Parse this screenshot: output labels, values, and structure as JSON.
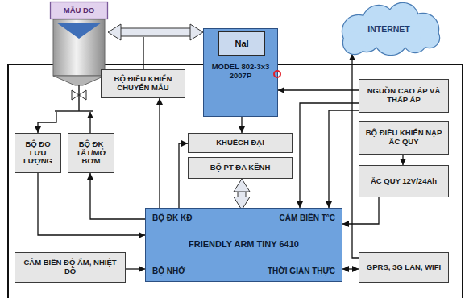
{
  "diagram": {
    "nodes": [
      {
        "text": [
          "MẪU ĐO"
        ]
      },
      {
        "text": [
          "MODEL 802-3x3 2007P"
        ]
      },
      {
        "text": [
          "NaI"
        ],
        "in": 1
      },
      {
        "text": [
          "INTERNET"
        ]
      },
      {
        "text": [
          "BỘ ĐIỀU KHIỂN CHUYỂN MẪU"
        ]
      },
      {
        "text": [
          "NGUỒN CAO ÁP VÀ THẤP ÁP"
        ]
      },
      {
        "text": [
          "BỘ ĐIỀU KHIỂN NẠP ẮC QUY"
        ]
      },
      {
        "text": [
          "BỘ ĐO LƯU LƯỢNG"
        ]
      },
      {
        "text": [
          "BỘ ĐK TẮT/MỞ BƠM"
        ]
      },
      {
        "text": [
          "KHUẾCH ĐẠI"
        ]
      },
      {
        "text": [
          "BỘ PT ĐA KÊNH"
        ]
      },
      {
        "text": [
          "ẮC QUY 12V/24Ah"
        ]
      },
      {
        "text": [
          "BỘ ĐK KĐ",
          "CẢM BIẾN T°C",
          "FRIENDLY ARM TINY 6410",
          "BỘ NHỚ",
          "THỜI GIAN THỰC"
        ]
      },
      {
        "text": [
          "CẢM BIẾN ĐỘ ẨM, NHIỆT ĐỘ"
        ]
      },
      {
        "text": [
          "GPRS, 3G LAN, WIFI"
        ]
      }
    ],
    "edges": [
      {
        "from": 0,
        "to": 1,
        "arrow": "both"
      },
      {
        "from": 0,
        "to": 7,
        "arrow": "to"
      },
      {
        "from": 8,
        "to": 0,
        "arrow": "to"
      },
      {
        "from": 7,
        "to": 12,
        "arrow": "to"
      },
      {
        "from": 12,
        "to": 8,
        "arrow": "to"
      },
      {
        "from": 12,
        "to": 4,
        "arrow": "to"
      },
      {
        "from": 1,
        "to": 9,
        "arrow": "to"
      },
      {
        "from": 12,
        "to": 9,
        "arrow": "to"
      },
      {
        "from": 10,
        "to": 12,
        "arrow": "both"
      },
      {
        "from": 5,
        "to": 1,
        "arrow": "to"
      },
      {
        "from": 5,
        "to": 12,
        "arrow": "to"
      },
      {
        "from": 5,
        "to": 12,
        "arrow": "to"
      },
      {
        "from": 14,
        "to": 3,
        "arrow": "to"
      },
      {
        "from": 6,
        "to": 11,
        "arrow": "to"
      },
      {
        "from": 11,
        "to": 12,
        "arrow": "to"
      },
      {
        "from": 12,
        "to": 14,
        "arrow": "both"
      },
      {
        "from": 13,
        "to": 12,
        "arrow": "to"
      }
    ]
  }
}
